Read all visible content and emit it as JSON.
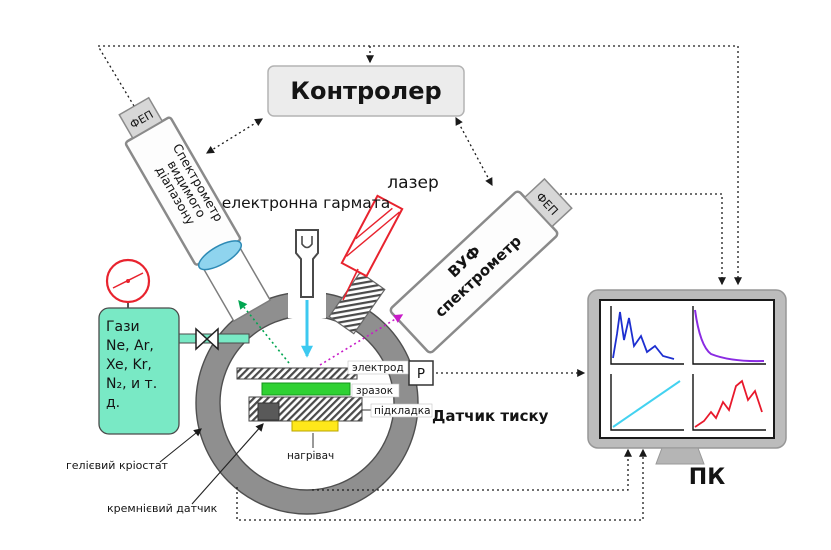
{
  "controller": {
    "label": "Контролер"
  },
  "vis_spectrometer": {
    "fep": "ФЕП",
    "lines": [
      "Спектрометр",
      "видимого",
      "діапазону"
    ]
  },
  "electron_gun": {
    "label": "електронна гармата"
  },
  "laser": {
    "label": "лазер"
  },
  "vuv_spectrometer": {
    "fep": "ФЕП",
    "lines": [
      "ВУФ",
      "спектрометр"
    ]
  },
  "gas_supply": {
    "lines": [
      "Гази",
      "Ne, Ar,",
      "Xe, Kr,",
      "N₂, и т.",
      "д."
    ]
  },
  "chamber": {
    "electrode": "электрод",
    "sample": "зразок",
    "substrate": "підкладка",
    "heater": "нагрівач",
    "cryostat": "гелієвий кріостат",
    "silicon_sensor": "кремнієвий датчик"
  },
  "pressure": {
    "symbol": "P",
    "label": "Датчик тиску"
  },
  "pc": {
    "label": "ПК"
  },
  "colors": {
    "accent_red": "#e8232e",
    "mint": "#79e9c5",
    "ring_gray": "#8f8f8f",
    "sample_green": "#2fd133",
    "heater_yellow": "#ffe81a",
    "lens_blue": "#8fd4ee",
    "beam_cyan": "#3cc9f0",
    "beam_green": "#00a651",
    "beam_magenta": "#c81bc8",
    "chart_blue": "#1d2fd0",
    "chart_purple": "#8a2be2",
    "chart_cyan": "#43d2f0",
    "chart_red": "#e8192c"
  }
}
